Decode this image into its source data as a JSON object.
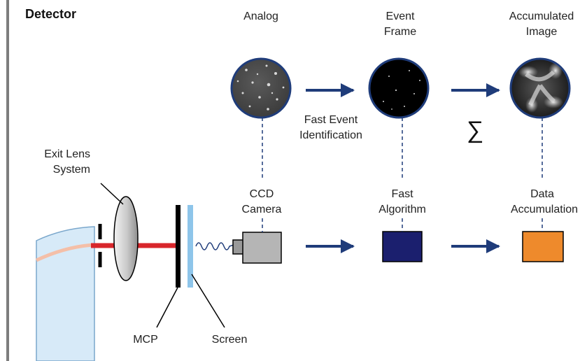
{
  "title": "Detector",
  "stages": {
    "analog": "Analog",
    "event_frame": [
      "Event",
      "Frame"
    ],
    "accumulated": [
      "Accumulated",
      "Image"
    ]
  },
  "processing": {
    "fast_event": [
      "Fast Event",
      "Identification"
    ],
    "sum_symbol": "∑"
  },
  "components": {
    "exit_lens": [
      "Exit Lens",
      "System"
    ],
    "ccd": [
      "CCD",
      "Camera"
    ],
    "fast_algorithm": [
      "Fast",
      "Algorithm"
    ],
    "data_accumulation": [
      "Data",
      "Accumulation"
    ],
    "mcp": "MCP",
    "screen": "Screen"
  },
  "colors": {
    "arrow": "#1f3c7a",
    "beam": "#d8262b",
    "algorithm_box": "#1b1f6e",
    "accumulation_box": "#ee8a2c",
    "camera_body": "#b5b5b5",
    "screen": "#8ec5ea",
    "chamber": "#d7eaf8"
  }
}
